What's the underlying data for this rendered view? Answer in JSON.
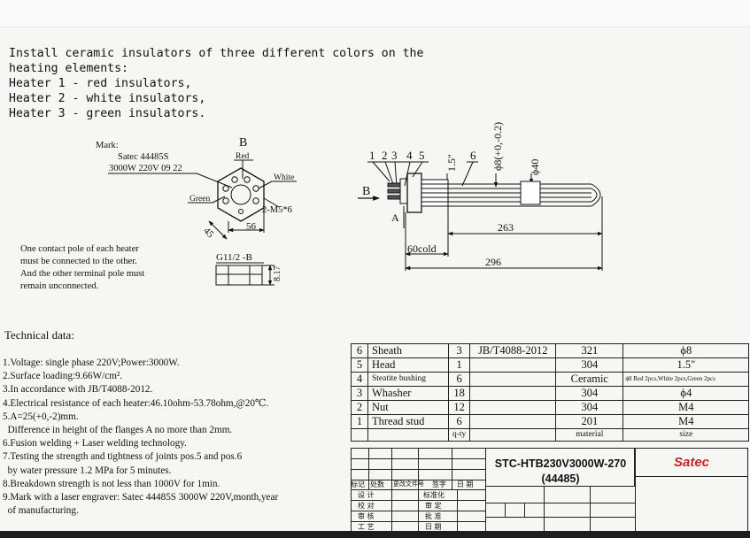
{
  "install_text": {
    "lines": [
      "Install ceramic insulators of three different colors on the",
      "heating elements:",
      "Heater 1 - red insulators,",
      "Heater 2 - white insulators,",
      "Heater 3 - green insulators."
    ]
  },
  "flange_view": {
    "mark_label": "Mark:",
    "mark_line1": "Satec 44485S",
    "mark_line2": "3000W 220V 09 22",
    "view_letter": "B",
    "red_label": "Red",
    "white_label": "White",
    "green_label": "Green",
    "screws_label": "2-M5*6",
    "dim_45": "45",
    "dim_56": "56",
    "thread_label": "G11/2 -B",
    "dim_thickness": "8.17"
  },
  "contact_note": {
    "lines": [
      "One contact pole of each heater",
      "must be connected to the other.",
      "And the other terminal pole must",
      "remain unconnected."
    ]
  },
  "side_view": {
    "positions": [
      "1",
      "2",
      "3",
      "4",
      "5"
    ],
    "pos_6": "6",
    "dim_1_5": "1.5\"",
    "dim_tube": "ϕ8(+0,-0.2)",
    "dim_phi40": "ϕ40",
    "view_letter": "B",
    "dim_A": "A",
    "dim_263": "263",
    "dim_60cold": "60cold",
    "dim_296": "296"
  },
  "technical": {
    "title": "Technical data:",
    "items": [
      "1.Voltage: single phase 220V;Power:3000W.",
      "2.Surface loading:9.66W/cm².",
      "3.In accordance with JB/T4088-2012.",
      "4.Electrical resistance of each heater:46.10ohm-53.78ohm,@20℃.",
      "5.A=25(+0,-2)mm.",
      "  Difference in height of the flanges A no more than 2mm.",
      "6.Fusion welding + Laser welding technology.",
      "7.Testing the strength and tightness of joints pos.5 and pos.6",
      "  by water pressure 1.2 MPa for 5 minutes.",
      "8.Breakdown strength is not less than 1000V for 1min.",
      "9.Mark with a laser engraver: Satec 44485S 3000W 220V,month,year",
      "  of manufacturing."
    ]
  },
  "parts_table": {
    "rows": [
      {
        "pos": "6",
        "name": "Sheath",
        "qty": "3",
        "std": "JB/T4088-2012",
        "material": "321",
        "size": "ϕ8"
      },
      {
        "pos": "5",
        "name": "Head",
        "qty": "1",
        "std": "",
        "material": "304",
        "size": "1.5\""
      },
      {
        "pos": "4",
        "name": "Steatite bushing",
        "qty": "6",
        "std": "",
        "material": "Ceramic",
        "size": "ϕ8 Red 2pcs,White 2pcs,Green 2pcs"
      },
      {
        "pos": "3",
        "name": "Whasher",
        "qty": "18",
        "std": "",
        "material": "304",
        "size": "ϕ4"
      },
      {
        "pos": "2",
        "name": "Nut",
        "qty": "12",
        "std": "",
        "material": "304",
        "size": "M4"
      },
      {
        "pos": "1",
        "name": "Thread stud",
        "qty": "6",
        "std": "",
        "material": "201",
        "size": "M4"
      }
    ],
    "hdr_qty": "q-ty",
    "hdr_material": "material",
    "hdr_size": "size"
  },
  "title_block": {
    "model_line1": "STC-HTB230V3000W-270",
    "model_line2": "(44485)",
    "brand": "Satec",
    "brand_color": "#c62828",
    "col_labels": [
      "标记",
      "处数",
      "更改文件号",
      "签字",
      "日 期"
    ],
    "design": "设 计",
    "std": "标准化",
    "check": "校 对",
    "review": "审 定",
    "audit": "审 核",
    "approve": "批 准",
    "craft": "工 艺",
    "date": "日 期"
  }
}
